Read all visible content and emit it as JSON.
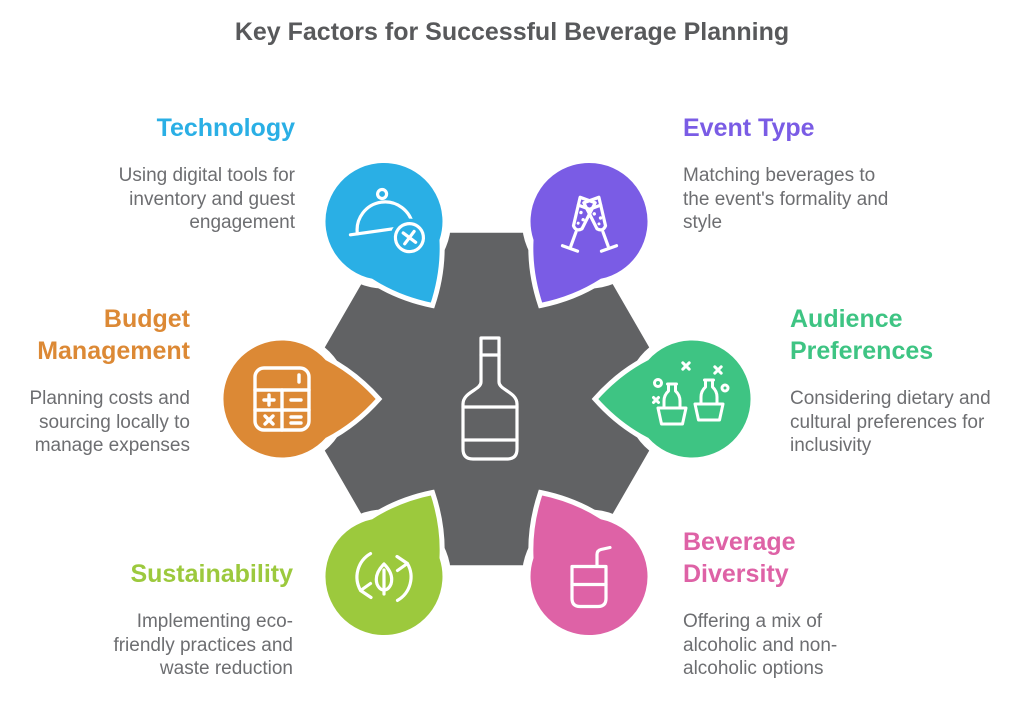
{
  "title": "Key Factors for Successful Beverage Planning",
  "center": {
    "icon": "wine-bottle-icon"
  },
  "factors": [
    {
      "id": "technology",
      "label": "Technology",
      "description": "Using digital tools for\ninventory and guest\nengagement",
      "color": "#2AAFE5",
      "icon": "cloche-cancel-icon"
    },
    {
      "id": "event-type",
      "label": "Event Type",
      "description": "Matching beverages to\nthe event's formality and\nstyle",
      "color": "#7A5CE5",
      "icon": "champagne-glasses-icon"
    },
    {
      "id": "budget-management",
      "label": "Budget\nManagement",
      "description": "Planning costs and\nsourcing locally to\nmanage expenses",
      "color": "#DC8935",
      "icon": "calculator-icon"
    },
    {
      "id": "audience-preferences",
      "label": "Audience\nPreferences",
      "description": "Considering dietary and\ncultural preferences for\ninclusivity",
      "color": "#3EC483",
      "icon": "bottles-ice-bucket-icon"
    },
    {
      "id": "sustainability",
      "label": "Sustainability",
      "description": "Implementing eco-\nfriendly practices and\nwaste reduction",
      "color": "#9CC93D",
      "icon": "recycle-leaf-icon"
    },
    {
      "id": "beverage-diversity",
      "label": "Beverage\nDiversity",
      "description": "Offering a mix of\nalcoholic and non-\nalcoholic options",
      "color": "#DE62A6",
      "icon": "drink-cup-straw-icon"
    }
  ],
  "colors": {
    "center": "#616264",
    "title": "#58595B",
    "body_text": "#6D6E71",
    "icon_stroke": "#FFFFFF",
    "background": "#FFFFFF"
  }
}
